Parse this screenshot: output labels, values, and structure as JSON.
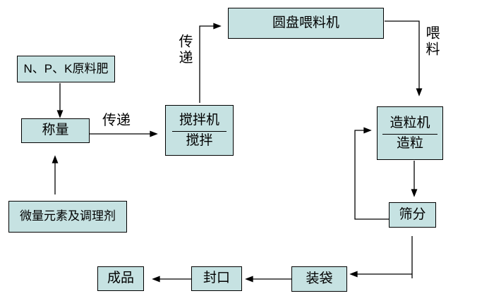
{
  "diagram": {
    "description": "fertilizer-production-flowchart",
    "nodes": {
      "npk": {
        "label": "N、P、K原料肥"
      },
      "weigh": {
        "label": "称量"
      },
      "mixer": {
        "label_top": "搅拌机",
        "label_bottom": "搅拌"
      },
      "disc_feeder": {
        "label": "圆盘喂料机"
      },
      "granulator": {
        "label_top": "造粒机",
        "label_bottom": "造粒"
      },
      "sieve": {
        "label": "筛分"
      },
      "trace": {
        "label": "微量元素及调理剂"
      },
      "bag": {
        "label": "装袋"
      },
      "seal": {
        "label": "封口"
      },
      "product": {
        "label": "成品"
      }
    },
    "edge_labels": {
      "transfer_horizontal": {
        "label": "传递"
      },
      "transfer_vertical": {
        "label": "传递"
      },
      "feed": {
        "label": "喂料"
      }
    },
    "colors": {
      "node_fill": "#c6e2e2",
      "node_border": "#000000",
      "arrow": "#000000",
      "background": "#ffffff"
    }
  }
}
